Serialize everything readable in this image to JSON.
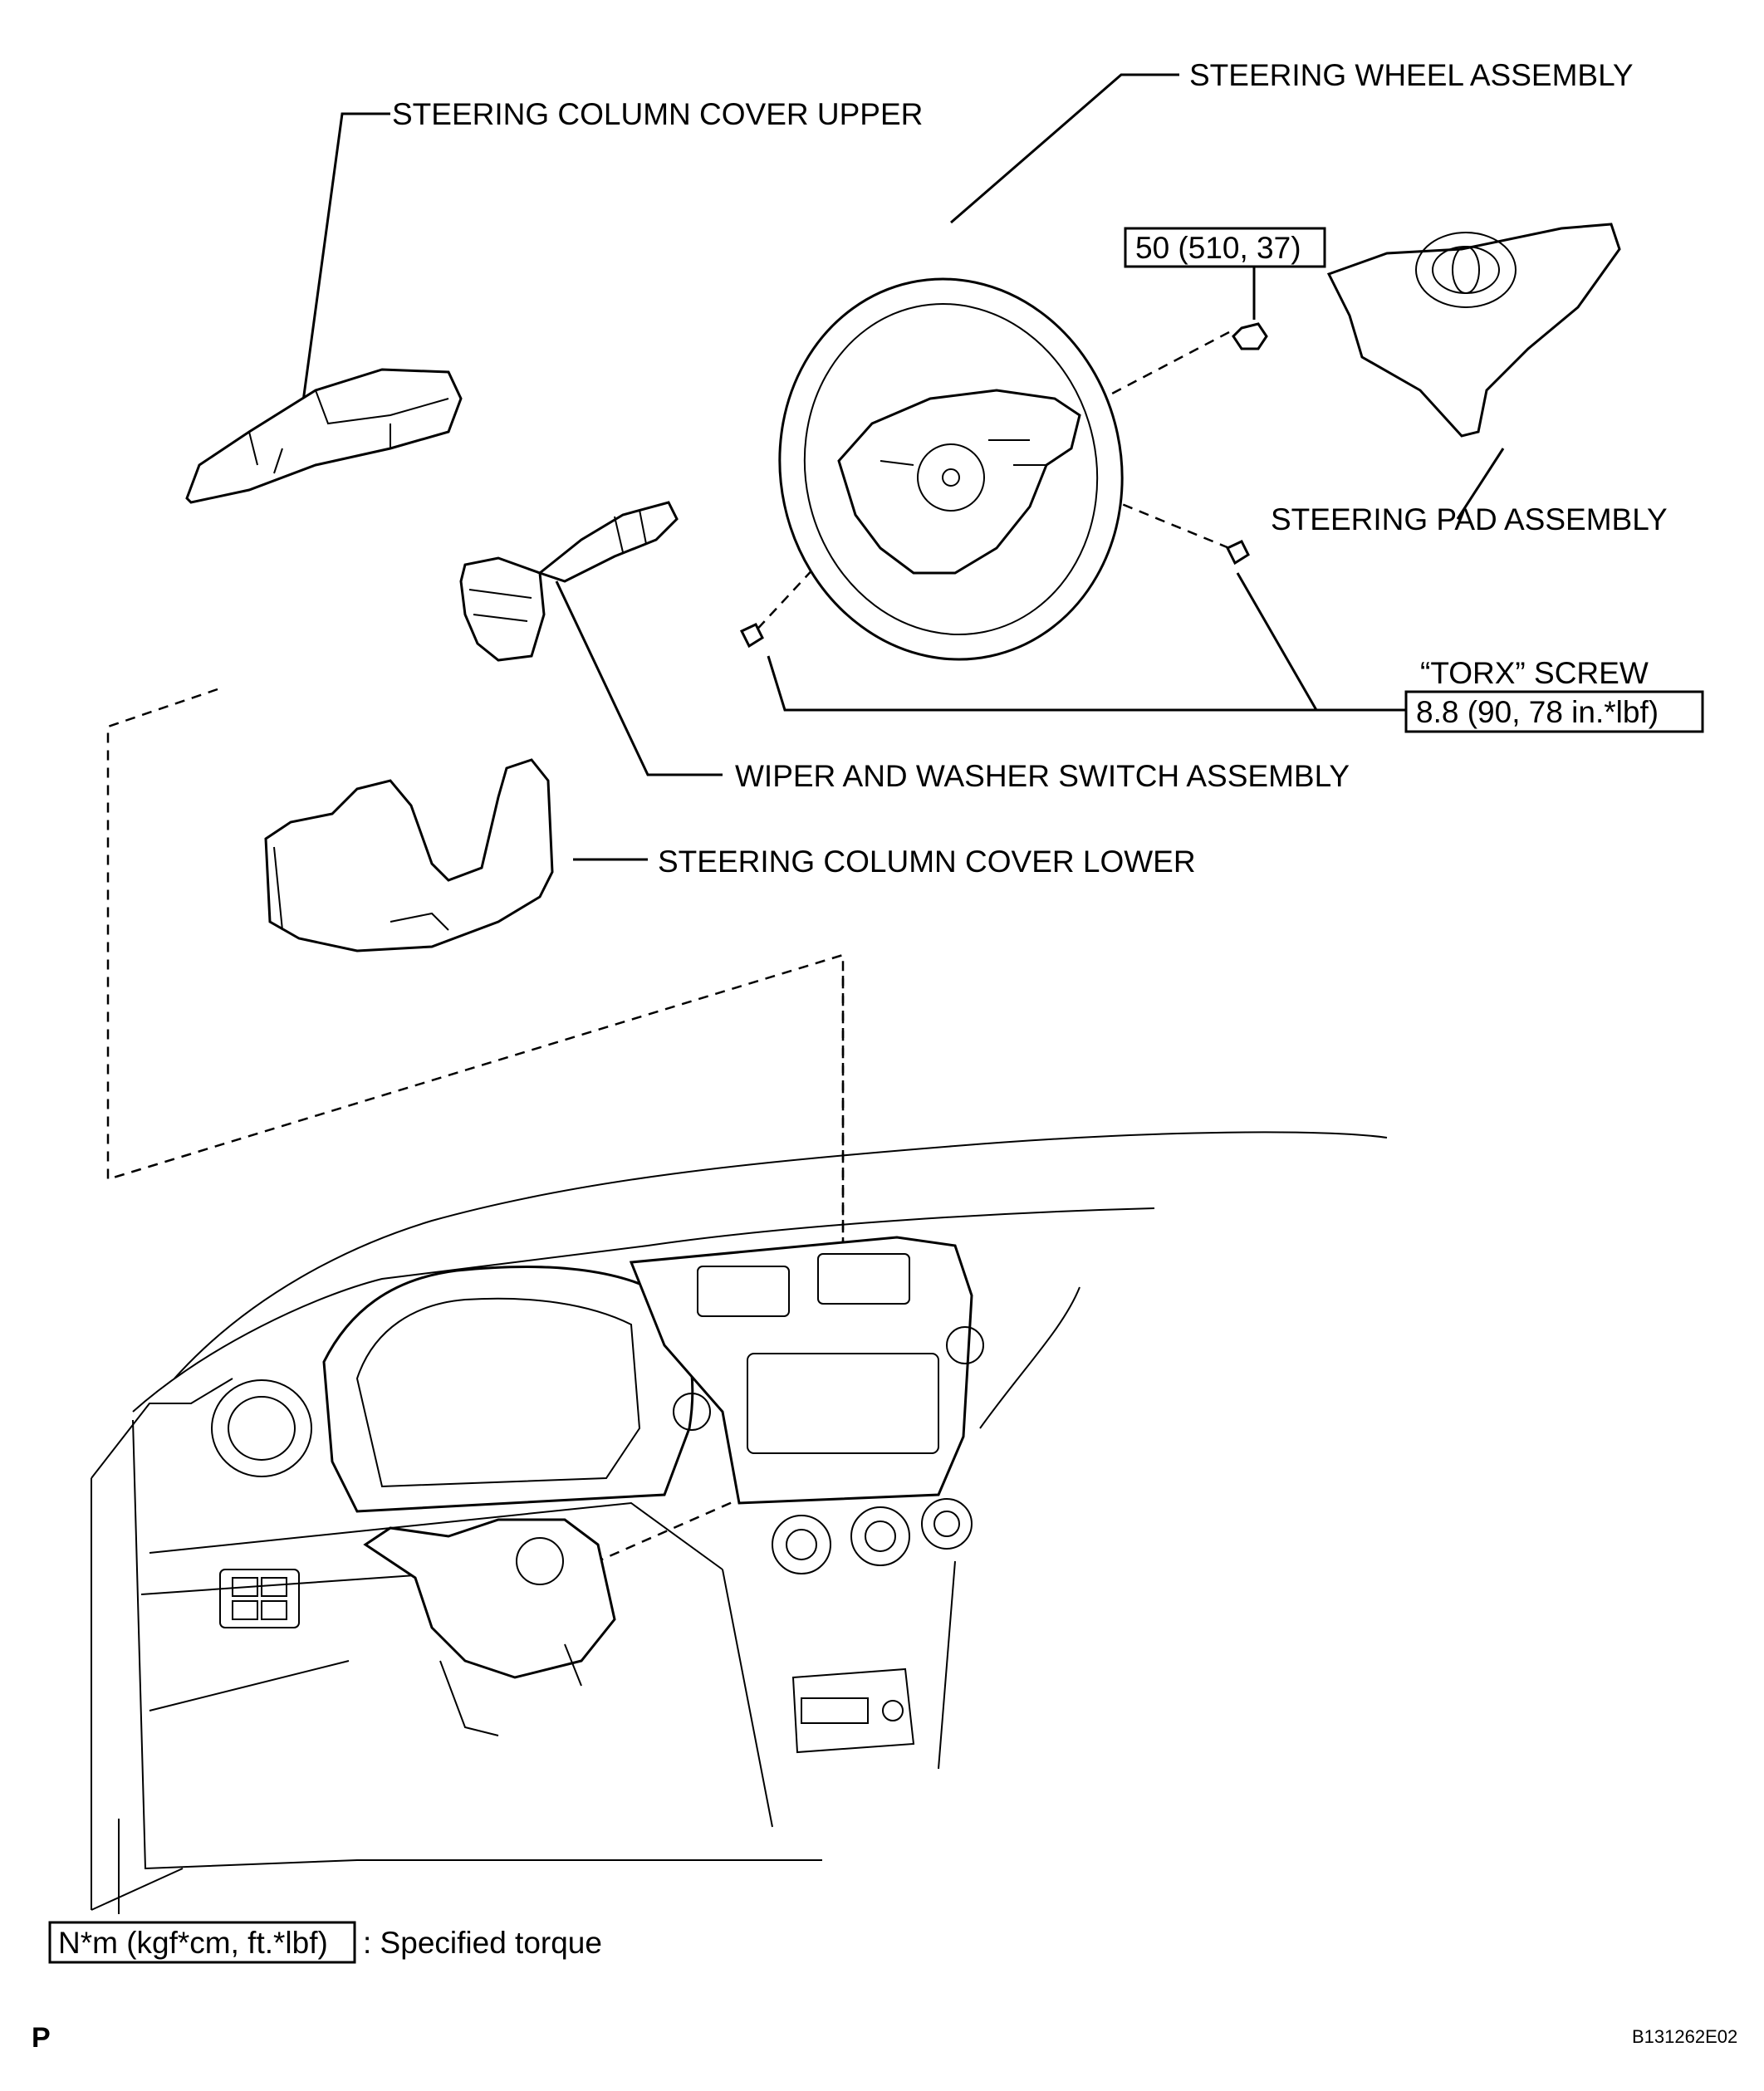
{
  "labels": {
    "column_cover_upper": "STEERING COLUMN COVER UPPER",
    "steering_wheel": "STEERING WHEEL ASSEMBLY",
    "steering_pad": "STEERING PAD ASSEMBLY",
    "torx_screw": "“TORX” SCREW",
    "wiper_washer_switch": "WIPER AND WASHER SWITCH ASSEMBLY",
    "column_cover_lower": "STEERING COLUMN COVER LOWER"
  },
  "torque": {
    "nut_value": "50 (510, 37)",
    "torx_value": "8.8 (90, 78 in.*lbf)"
  },
  "legend": {
    "unit_box": "N*m (kgf*cm, ft.*lbf)",
    "description": ": Specified torque"
  },
  "footer": {
    "left_mark": "P",
    "figure_code": "B131262E02"
  }
}
